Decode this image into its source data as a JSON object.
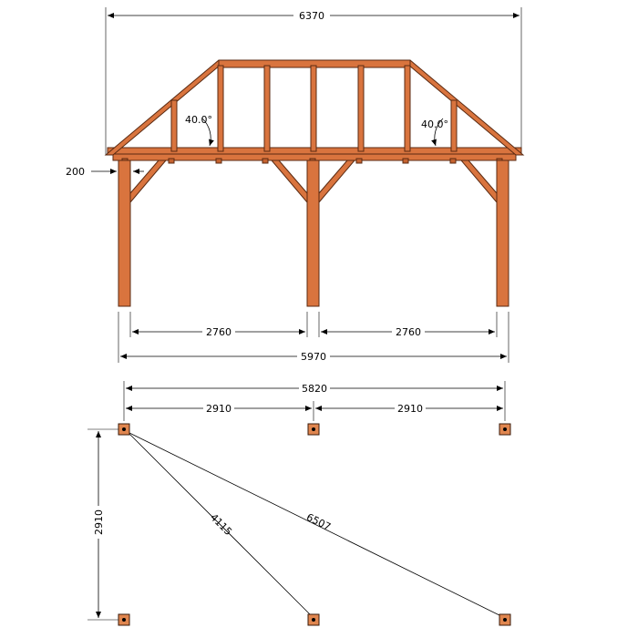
{
  "elevation": {
    "overall_width": "6370",
    "post_span_left": "2760",
    "post_span_right": "2760",
    "outer_post_width": "5970",
    "overhang": "200",
    "roof_angle_left": "40.0°",
    "roof_angle_right": "40.0°"
  },
  "plan": {
    "overall_width": "5820",
    "span_left": "2910",
    "span_right": "2910",
    "depth": "2910",
    "diagonal_short": "4115",
    "diagonal_long": "6507"
  },
  "colors": {
    "timber": "#d9743e",
    "timber_outline": "#5a2a12"
  }
}
